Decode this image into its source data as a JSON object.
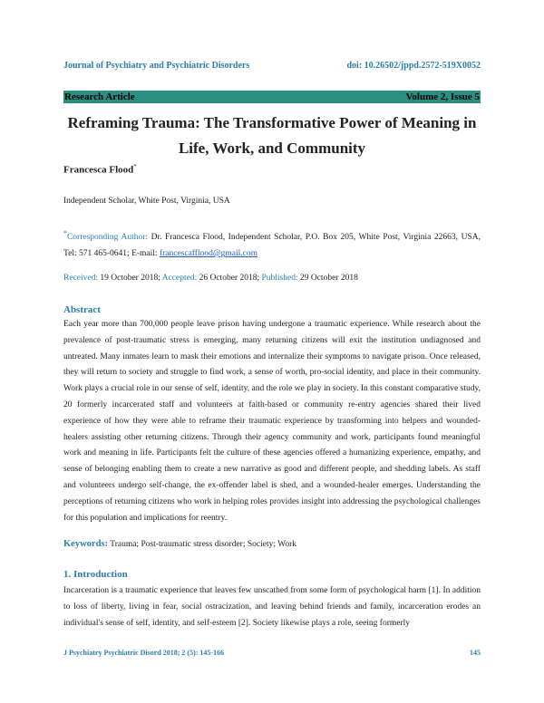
{
  "header": {
    "journal": "Journal of Psychiatry and Psychiatric Disorders",
    "doi": "doi: 10.26502/jppd.2572-519X0052"
  },
  "bar": {
    "type": "Research Article",
    "volume": "Volume 2, Issue 5"
  },
  "title": "Reframing Trauma: The Transformative Power of Meaning in Life, Work, and Community",
  "author": {
    "name": "Francesca Flood",
    "mark": "*"
  },
  "affiliation": "Independent Scholar, White Post, Virginia, USA",
  "corresponding": {
    "mark": "*",
    "label": "Corresponding Author:",
    "text": "Dr. Francesca Flood, Independent Scholar, P.O. Box 205, White Post, Virginia 22663, USA, Tel: 571 465-0641; E-mail:",
    "email": "francescafflood@gmail.com"
  },
  "dates": {
    "received_label": "Received:",
    "received": "19 October 2018;",
    "accepted_label": "Accepted:",
    "accepted": "26 October 2018;",
    "published_label": "Published:",
    "published": "29 October 2018"
  },
  "abstract": {
    "heading": "Abstract",
    "text": "Each year more than 700,000 people leave prison having undergone a traumatic experience. While research about the prevalence of post-traumatic stress is emerging, many returning citizens will exit the institution undiagnosed and untreated. Many inmates learn to mask their emotions and internalize their symptoms to navigate prison. Once released, they will return to society and struggle to find work, a sense of worth, pro-social identity, and place in their community. Work plays a crucial role in our sense of self, identity, and the role we play in society. In this constant comparative study, 20 formerly incarcerated staff and volunteers at faith-based or community re-entry agencies shared their lived experience of how they were able to reframe their traumatic experience by transforming into helpers and wounded-healers assisting other returning citizens. Through their agency community and work, participants found meaningful work and meaning in life. Participants felt the culture of these agencies offered a humanizing experience, empathy, and sense of belonging enabling them to create a new narrative as good and different people, and shedding labels. As staff and volunteers undergo self-change, the ex-offender label is shed, and a wounded-healer emerges. Understanding the perceptions of returning citizens who work in helping roles provides insight into addressing the psychological challenges for this population and implications for reentry."
  },
  "keywords": {
    "label": "Keywords:",
    "text": "Trauma; Post-traumatic stress disorder; Society; Work"
  },
  "introduction": {
    "heading": "1. Introduction",
    "text": "Incarceration is a traumatic experience that leaves few unscathed from some form of psychological harm [1]. In addition to loss of liberty, living in fear, social ostracization, and leaving behind friends and family, incarceration erodes an individual's sense of self, identity, and self-esteem [2]. Society likewise plays a role, seeing formerly"
  },
  "footer": {
    "citation": "J Psychiatry Psychiatric Disord 2018; 2 (5): 145-166",
    "page": "145"
  }
}
